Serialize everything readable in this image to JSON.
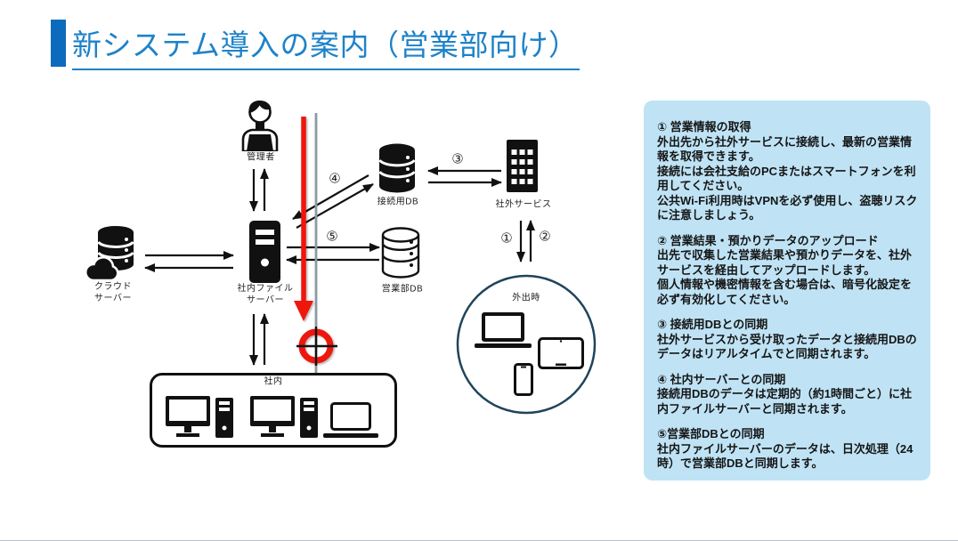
{
  "page": {
    "title": "新システム導入の案内（営業部向け）"
  },
  "colors": {
    "accent_bar": "#0d6bbd",
    "title": "#1e82c8",
    "panel_bg": "#bfe3f5",
    "ink": "#111111",
    "red": "#ee1309",
    "gray_line": "#8b9aa3",
    "outing_circle": "#20445c",
    "label": "#222222"
  },
  "diagram": {
    "labels": {
      "admin": "管理者",
      "connection_db": "接続用DB",
      "external_service": "社外サービス",
      "cloud_server": "クラウド\nサーバー",
      "file_server": "社内ファイル\nサーバー",
      "sales_db": "営業部DB",
      "out_of_office": "外出時",
      "internal": "社内"
    },
    "steps": {
      "s1": "①",
      "s2": "②",
      "s3": "③",
      "s4": "④",
      "s5": "⑤"
    }
  },
  "notes_panel": {
    "sections": [
      {
        "heading": "① 営業情報の取得",
        "lines": [
          "外出先から社外サービスに接続し、最新の営業情報を取得できます。",
          "接続には会社支給のPCまたはスマートフォンを利用してください。",
          "公共Wi-Fi利用時はVPNを必ず使用し、盗聴リスクに注意しましょう。"
        ]
      },
      {
        "heading": "② 営業結果・預かりデータのアップロード",
        "lines": [
          "出先で収集した営業結果や預かりデータを、社外サービスを経由してアップロードします。",
          "個人情報や機密情報を含む場合は、暗号化設定を必ず有効化してください。"
        ]
      },
      {
        "heading": "③ 接続用DBとの同期",
        "lines": [
          "社外サービスから受け取ったデータと接続用DBのデータはリアルタイムでと同期されます。"
        ]
      },
      {
        "heading": "④ 社内サーバーとの同期",
        "lines": [
          "接続用DBのデータは定期的（約1時間ごと）に社内ファイルサーバーと同期されます。"
        ]
      },
      {
        "heading": "⑤営業部DBとの同期",
        "lines": [
          "社内ファイルサーバーのデータは、日次処理（24時）で営業部DBと同期します。"
        ]
      }
    ]
  }
}
